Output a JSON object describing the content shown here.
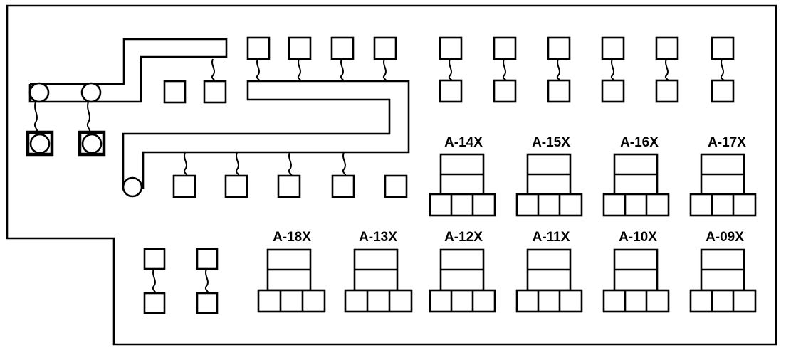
{
  "relay_labels": {
    "a14": "A-14X",
    "a15": "A-15X",
    "a16": "A-16X",
    "a17": "A-17X",
    "a18": "A-18X",
    "a13": "A-13X",
    "a12": "A-12X",
    "a11": "A-11X",
    "a10": "A-10X",
    "a09": "A-09X"
  }
}
